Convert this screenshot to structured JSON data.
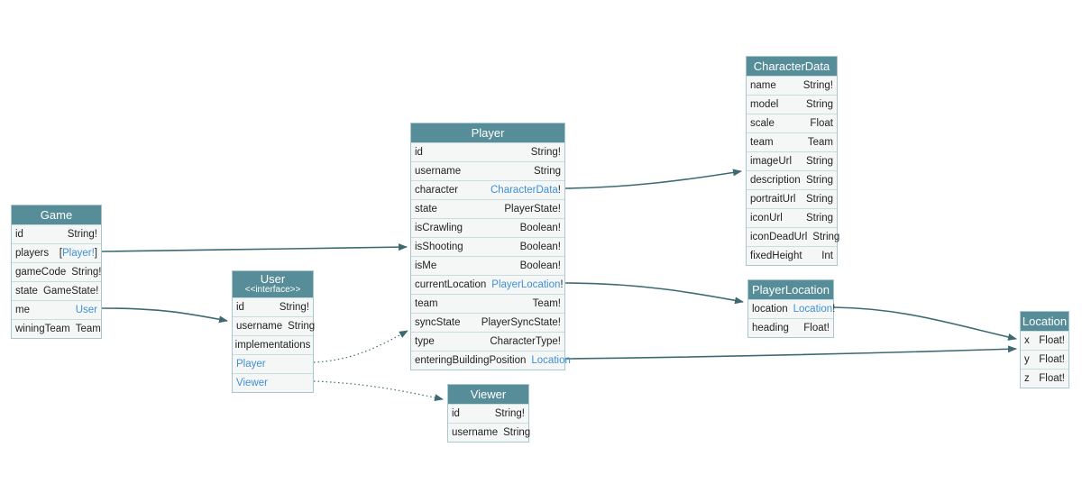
{
  "colors": {
    "header": "#578d98",
    "edge": "#3d6a72",
    "link": "#3f8fd2",
    "row_bg": "#f5f7f7"
  },
  "nodes": [
    {
      "id": "game",
      "title": "Game",
      "fields": [
        {
          "name": "id",
          "type": "String!"
        },
        {
          "name": "players",
          "prefix": "[",
          "link": "Player!",
          "suffix": "]"
        },
        {
          "name": "gameCode",
          "type": "String!"
        },
        {
          "name": "state",
          "type": "GameState!"
        },
        {
          "name": "me",
          "link": "User",
          "suffix": ""
        },
        {
          "name": "winingTeam",
          "type": "Team"
        }
      ]
    },
    {
      "id": "user",
      "title": "User",
      "subtitle": "<<interface>>",
      "fields": [
        {
          "name": "id",
          "type": "String!"
        },
        {
          "name": "username",
          "type": "String"
        }
      ],
      "implementations_label": "implementations",
      "implementations": [
        "Player",
        "Viewer"
      ]
    },
    {
      "id": "player",
      "title": "Player",
      "fields": [
        {
          "name": "id",
          "type": "String!"
        },
        {
          "name": "username",
          "type": "String"
        },
        {
          "name": "character",
          "link": "CharacterData",
          "suffix": "!"
        },
        {
          "name": "state",
          "type": "PlayerState!"
        },
        {
          "name": "isCrawling",
          "type": "Boolean!"
        },
        {
          "name": "isShooting",
          "type": "Boolean!"
        },
        {
          "name": "isMe",
          "type": "Boolean!"
        },
        {
          "name": "currentLocation",
          "link": "PlayerLocation",
          "suffix": "!"
        },
        {
          "name": "team",
          "type": "Team!"
        },
        {
          "name": "syncState",
          "type": "PlayerSyncState!"
        },
        {
          "name": "type",
          "type": "CharacterType!"
        },
        {
          "name": "enteringBuildingPosition",
          "link": "Location",
          "suffix": ""
        }
      ]
    },
    {
      "id": "characterdata",
      "title": "CharacterData",
      "fields": [
        {
          "name": "name",
          "type": "String!"
        },
        {
          "name": "model",
          "type": "String"
        },
        {
          "name": "scale",
          "type": "Float"
        },
        {
          "name": "team",
          "type": "Team"
        },
        {
          "name": "imageUrl",
          "type": "String"
        },
        {
          "name": "description",
          "type": "String"
        },
        {
          "name": "portraitUrl",
          "type": "String"
        },
        {
          "name": "iconUrl",
          "type": "String"
        },
        {
          "name": "iconDeadUrl",
          "type": "String"
        },
        {
          "name": "fixedHeight",
          "type": "Int"
        }
      ]
    },
    {
      "id": "playerlocation",
      "title": "PlayerLocation",
      "fields": [
        {
          "name": "location",
          "link": "Location",
          "suffix": "!"
        },
        {
          "name": "heading",
          "type": "Float!"
        }
      ]
    },
    {
      "id": "location",
      "title": "Location",
      "fields": [
        {
          "name": "x",
          "type": "Float!"
        },
        {
          "name": "y",
          "type": "Float!"
        },
        {
          "name": "z",
          "type": "Float!"
        }
      ]
    },
    {
      "id": "viewer",
      "title": "Viewer",
      "fields": [
        {
          "name": "id",
          "type": "String!"
        },
        {
          "name": "username",
          "type": "String"
        }
      ]
    }
  ],
  "edges": [
    {
      "from": "Game.players",
      "to": "Player",
      "style": "solid"
    },
    {
      "from": "Game.me",
      "to": "User",
      "style": "solid"
    },
    {
      "from": "User.Player",
      "to": "Player",
      "style": "dotted"
    },
    {
      "from": "User.Viewer",
      "to": "Viewer",
      "style": "dotted"
    },
    {
      "from": "Player.character",
      "to": "CharacterData",
      "style": "solid"
    },
    {
      "from": "Player.currentLocation",
      "to": "PlayerLocation",
      "style": "solid"
    },
    {
      "from": "PlayerLocation.location",
      "to": "Location",
      "style": "solid"
    },
    {
      "from": "Player.enteringBuildingPosition",
      "to": "Location",
      "style": "solid"
    }
  ]
}
